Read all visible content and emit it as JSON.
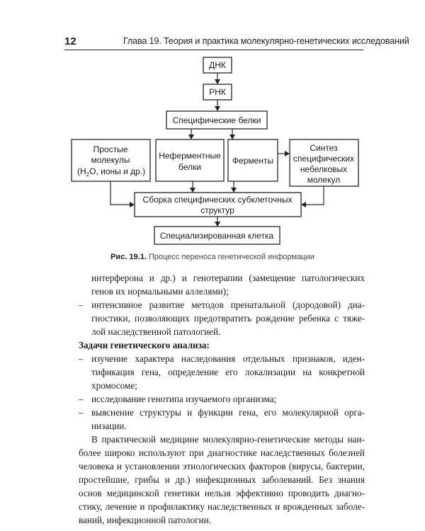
{
  "header": {
    "page_number": "12",
    "chapter_title": "Глава 19. Теория и практика молекулярно-генетических исследований"
  },
  "diagram": {
    "dna": "ДНК",
    "rna": "РНК",
    "specific_proteins": "Специфические белки",
    "simple_molecules": [
      "Простые",
      "молекулы"
    ],
    "simple_molecules_chem_pre": "(H",
    "simple_molecules_chem_sub": "2",
    "simple_molecules_chem_post": "O, ионы и др.)",
    "non_enzyme_proteins": [
      "Неферментные",
      "белки"
    ],
    "enzymes": "Ферменты",
    "synthesis": [
      "Синтез",
      "специфических",
      "небелковых",
      "молекул"
    ],
    "assembly": [
      "Сборка специфических субклеточных",
      "структур"
    ],
    "specialized_cell": "Специализированная клетка"
  },
  "caption": {
    "label": "Рис. 19.1.",
    "text": "Процесс переноса генетической информации"
  },
  "body": {
    "para1_line1": "интерферона и др.) и генотерапии (замещение патологических",
    "para1_line2": "генов их нормальными аллелями);",
    "bullet2_line1": "интенсивное развитие методов пренатальной (дородовой) диа-",
    "bullet2_line2": "гностики, позволяющих предотвратить рождение ребенка с тяже-",
    "bullet2_line3": "лой наследственной патологией.",
    "tasks_heading": "Задачи генетического анализа:",
    "task1_line1": "изучение характера наследования отдельных признаков, иден-",
    "task1_line2": "тификация гена, определение его локализации на конкретной",
    "task1_line3": "хромосоме;",
    "task2_line1": "исследование генотипа изучаемого организма;",
    "task3_line1": "выяснение структуры и функции гена, его молекулярной орга-",
    "task3_line2": "низации.",
    "para_final_1": "В практической медицине молекулярно-генетические методы наи-",
    "para_final_2": "более широко используют при диагностике наследственных болезней",
    "para_final_3": "человека и установлении этиологических факторов (вирусы, бактерии,",
    "para_final_4": "простейшие, грибы и др.) инфекционных заболеваний. Без знания",
    "para_final_5": "основ медицинской генетики нельзя эффективно проводить диагно-",
    "para_final_6": "стику, лечение и профилактику наследственных и врожденных заболе-",
    "para_final_7": "ваний, инфекционной патологии.",
    "dash": "–"
  }
}
